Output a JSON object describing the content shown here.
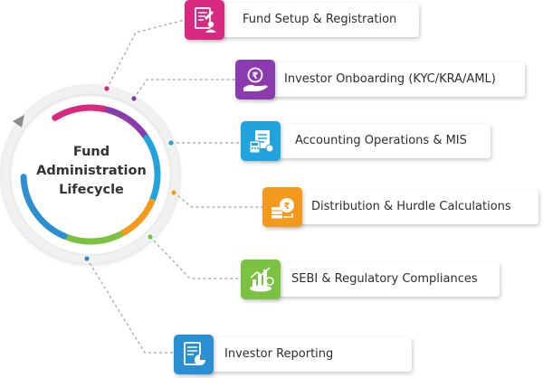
{
  "center": {
    "title_lines": [
      "Fund",
      "Administration",
      "Lifecycle"
    ]
  },
  "steps": [
    {
      "label": "Fund Setup & Registration",
      "icon": "registration-form-icon",
      "color": "#d6297f"
    },
    {
      "label": "Investor Onboarding (KYC/KRA/AML)",
      "icon": "coin-hand-icon",
      "color": "#8a3cae"
    },
    {
      "label": "Accounting Operations & MIS",
      "icon": "accounting-calculator-icon",
      "color": "#21a3dd"
    },
    {
      "label": "Distribution & Hurdle Calculations",
      "icon": "coin-stack-icon",
      "color": "#f39a1e"
    },
    {
      "label": "SEBI & Regulatory Compliances",
      "icon": "compliance-chart-icon",
      "color": "#7cc242"
    },
    {
      "label": "Investor Reporting",
      "icon": "report-document-icon",
      "color": "#2c8fd2"
    }
  ],
  "ring_colors": [
    "#d6297f",
    "#8a3cae",
    "#21a3dd",
    "#f39a1e",
    "#7cc242",
    "#2c8fd2"
  ]
}
